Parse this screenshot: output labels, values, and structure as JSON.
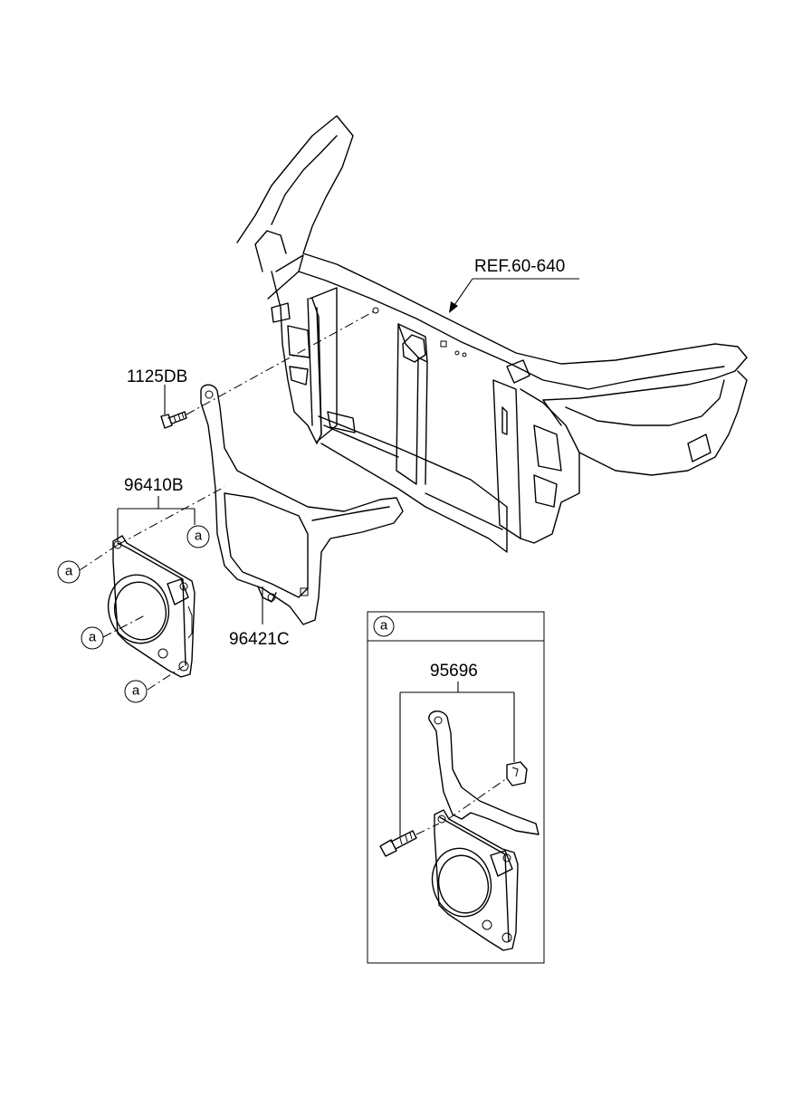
{
  "labels": {
    "ref": "REF.60-640",
    "bolt": "1125DB",
    "sensor": "96410B",
    "bracket": "96421C",
    "kit": "95696"
  },
  "callout": {
    "letter": "a"
  }
}
